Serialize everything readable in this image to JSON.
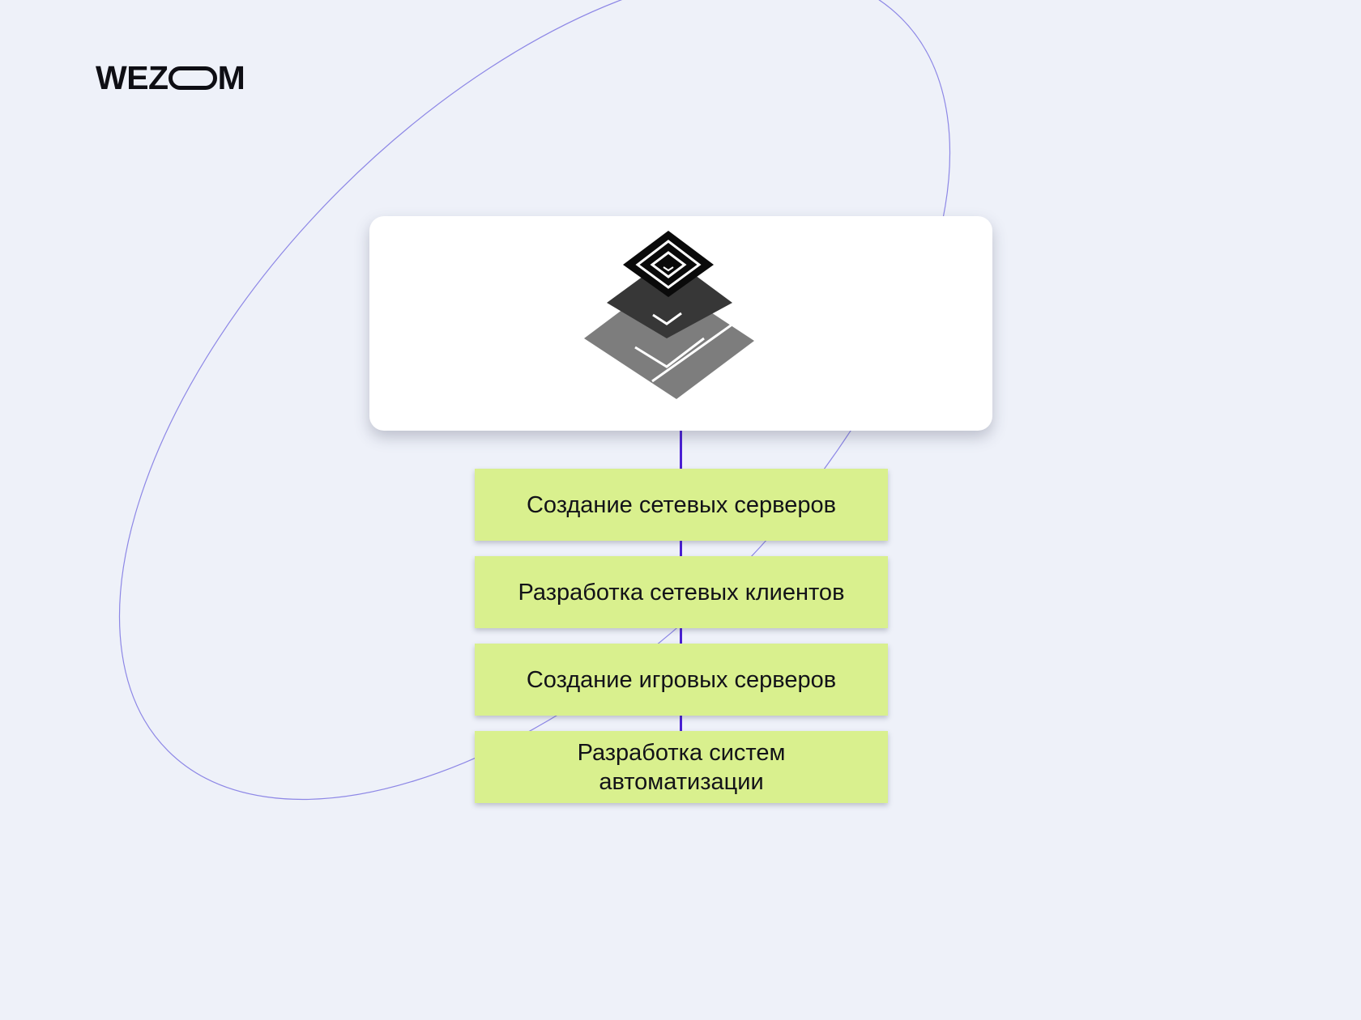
{
  "logo": {
    "prefix": "WEZ",
    "suffix": "M"
  },
  "hero_icon": "layered-stack-icon",
  "items": [
    {
      "label": "Создание сетевых серверов"
    },
    {
      "label": "Разработка сетевых клиентов"
    },
    {
      "label": "Создание игровых серверов"
    },
    {
      "label": "Разработка систем автоматизации"
    }
  ],
  "colors": {
    "background": "#EEF1F9",
    "accent_line": "#4A1FD4",
    "ellipse_stroke": "#8D87E6",
    "item_fill": "#D9F08E"
  }
}
